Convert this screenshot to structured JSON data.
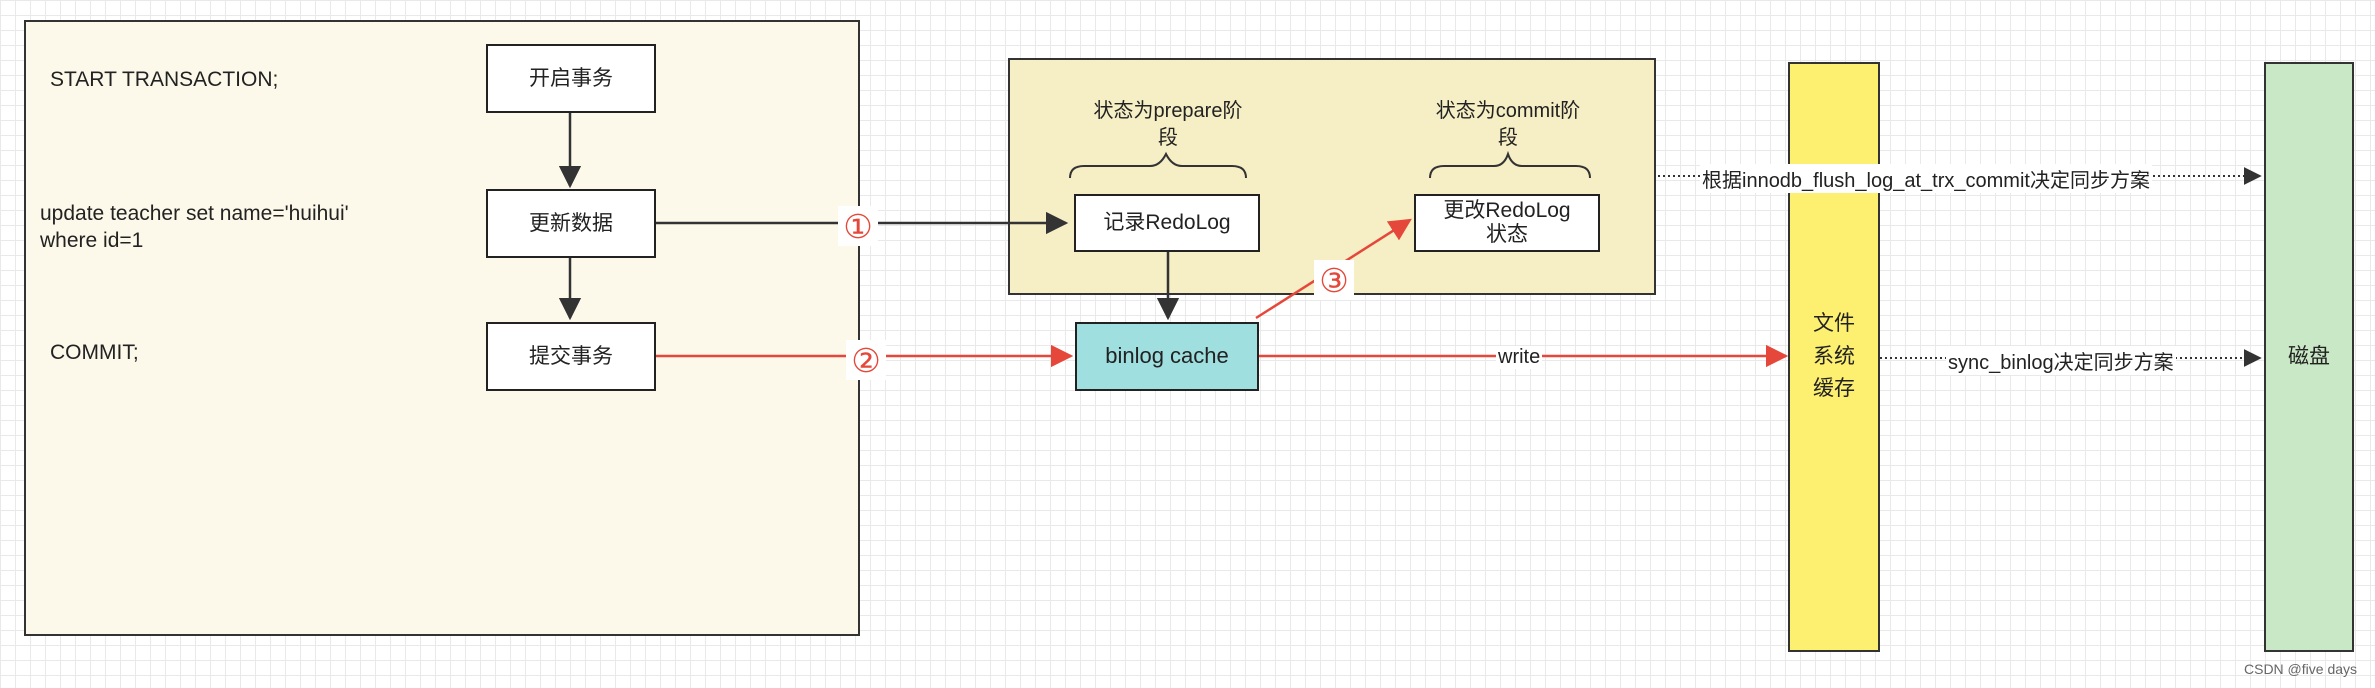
{
  "sql": {
    "start": "START TRANSACTION;",
    "update_line1": "update teacher set name='huihui'",
    "update_line2": "where id=1",
    "commit": "COMMIT;"
  },
  "nodes": {
    "begin_tx": "开启事务",
    "update_data": "更新数据",
    "commit_tx": "提交事务",
    "record_redo": "记录RedoLog",
    "change_redo_line1": "更改RedoLog",
    "change_redo_line2": "状态",
    "binlog_cache": "binlog cache",
    "file_cache_line1": "文件",
    "file_cache_line2": "系统",
    "file_cache_line3": "缓存",
    "disk": "磁盘"
  },
  "states": {
    "prepare_line1": "状态为prepare阶",
    "prepare_line2": "段",
    "commit_line1": "状态为commit阶",
    "commit_line2": "段"
  },
  "edges": {
    "step1": "①",
    "step2": "②",
    "step3": "③",
    "write": "write",
    "redo_sync": "根据innodb_flush_log_at_trx_commit决定同步方案",
    "binlog_sync": "sync_binlog决定同步方案"
  },
  "watermark": "CSDN @five days",
  "colors": {
    "red": "#e5483a",
    "dark": "#333333",
    "file_cache": "#fdf070",
    "disk": "#c9e8c5",
    "binlog_cache": "#9fdfe0"
  }
}
